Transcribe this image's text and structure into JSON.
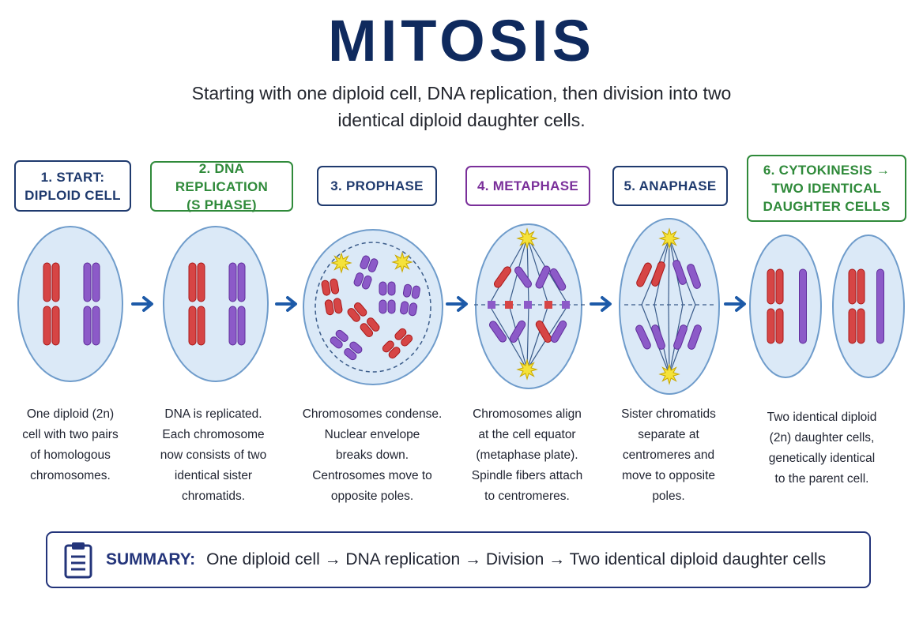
{
  "title": "MITOSIS",
  "subtitle": "Starting with one diploid cell, DNA replication, then\ndivision into two identical diploid daughter cells.",
  "colors": {
    "title": "#0f2a5e",
    "label_blue": "#1f3a6e",
    "label_green": "#2f8a3a",
    "label_purple": "#7a2f9a",
    "cell_fill": "#dbe9f7",
    "cell_stroke": "#6f9ccb",
    "chrom_red": "#d64545",
    "chrom_purple": "#8c5ac8",
    "arrow": "#1d5aa8",
    "centrosome": "#f5e23a",
    "summary_border": "#23347a",
    "summary_label": "#23347a"
  },
  "stages": [
    {
      "label": "1. START:\nDIPLOID CELL",
      "color": "label_blue",
      "description": "One diploid (2n)\ncell with two pairs\nof homologous\nchromosomes."
    },
    {
      "label": "2. DNA REPLICATION\n(S PHASE)",
      "color": "label_green",
      "description": "DNA is replicated.\nEach chromosome\nnow consists of two\nidentical sister\nchromatids."
    },
    {
      "label": "3. PROPHASE",
      "color": "label_blue",
      "description": "Chromosomes condense.\nNuclear envelope\nbreaks down.\nCentrosomes move to\nopposite poles."
    },
    {
      "label": "4. METAPHASE",
      "color": "label_purple",
      "description": "Chromosomes align\nat the cell equator\n(metaphase plate).\nSpindle fibers attach\nto centromeres."
    },
    {
      "label": "5. ANAPHASE",
      "color": "label_blue",
      "description": "Sister chromatids\nseparate at\ncentromeres and\nmove to opposite\npoles."
    },
    {
      "label": "6. CYTOKINESIS →\nTWO IDENTICAL\nDAUGHTER CELLS",
      "color": "label_green",
      "description": "Two identical diploid\n(2n) daughter cells,\ngenetically identical\nto the parent cell."
    }
  ],
  "summary": {
    "icon": "clipboard-icon",
    "label": "SUMMARY:",
    "text": "One diploid cell → DNA replication → Division → Two identical diploid daughter cells"
  }
}
